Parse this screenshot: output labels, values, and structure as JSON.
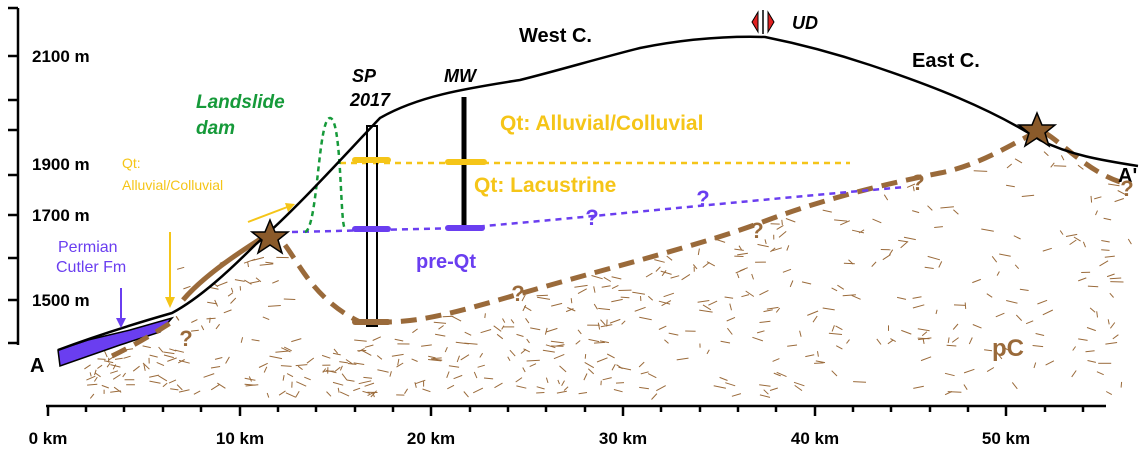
{
  "axes": {
    "x_ticks": [
      "0 km",
      "10 km",
      "20 km",
      "30 km",
      "40 km",
      "50 km"
    ],
    "y_ticks": [
      "2100 m",
      "1900 m",
      "1700 m",
      "1500 m"
    ]
  },
  "section": {
    "start_label": "A",
    "end_label": "A'"
  },
  "places": {
    "west": "West C.",
    "east": "East C.",
    "fault": "UD"
  },
  "landslide": {
    "line1": "Landslide",
    "line2": "dam"
  },
  "wells": [
    {
      "line1": "SP",
      "line2": "2017"
    },
    {
      "line1": "MW",
      "line2": ""
    }
  ],
  "units": {
    "qt_alluvial": "Qt: Alluvial/Colluvial",
    "qt_alluvial_small_1": "Qt:",
    "qt_alluvial_small_2": "Alluvial/Colluvial",
    "qt_lacustrine": "Qt: Lacustrine",
    "pre_qt": "pre-Qt",
    "permian_1": "Permian",
    "permian_2": "Cutler Fm",
    "pc": "pC"
  },
  "uncertain_mark": "?",
  "colors": {
    "alluvial": "#f5c518",
    "landslide": "#169a3a",
    "preqt": "#6a3ef0",
    "permian": "#6a3ef0",
    "basement": "#9a6a3a",
    "star": "#8a5a2a"
  }
}
